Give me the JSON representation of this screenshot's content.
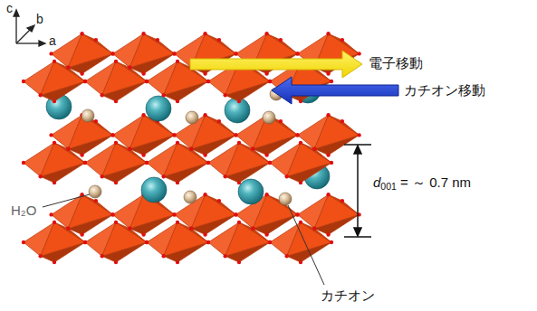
{
  "diagram": {
    "labels": [
      "c",
      "b",
      "a",
      "電子移動",
      "カチオン移動",
      "d001 = ～ 0.7 nm",
      "H₂O",
      "カチオン"
    ]
  }
}
